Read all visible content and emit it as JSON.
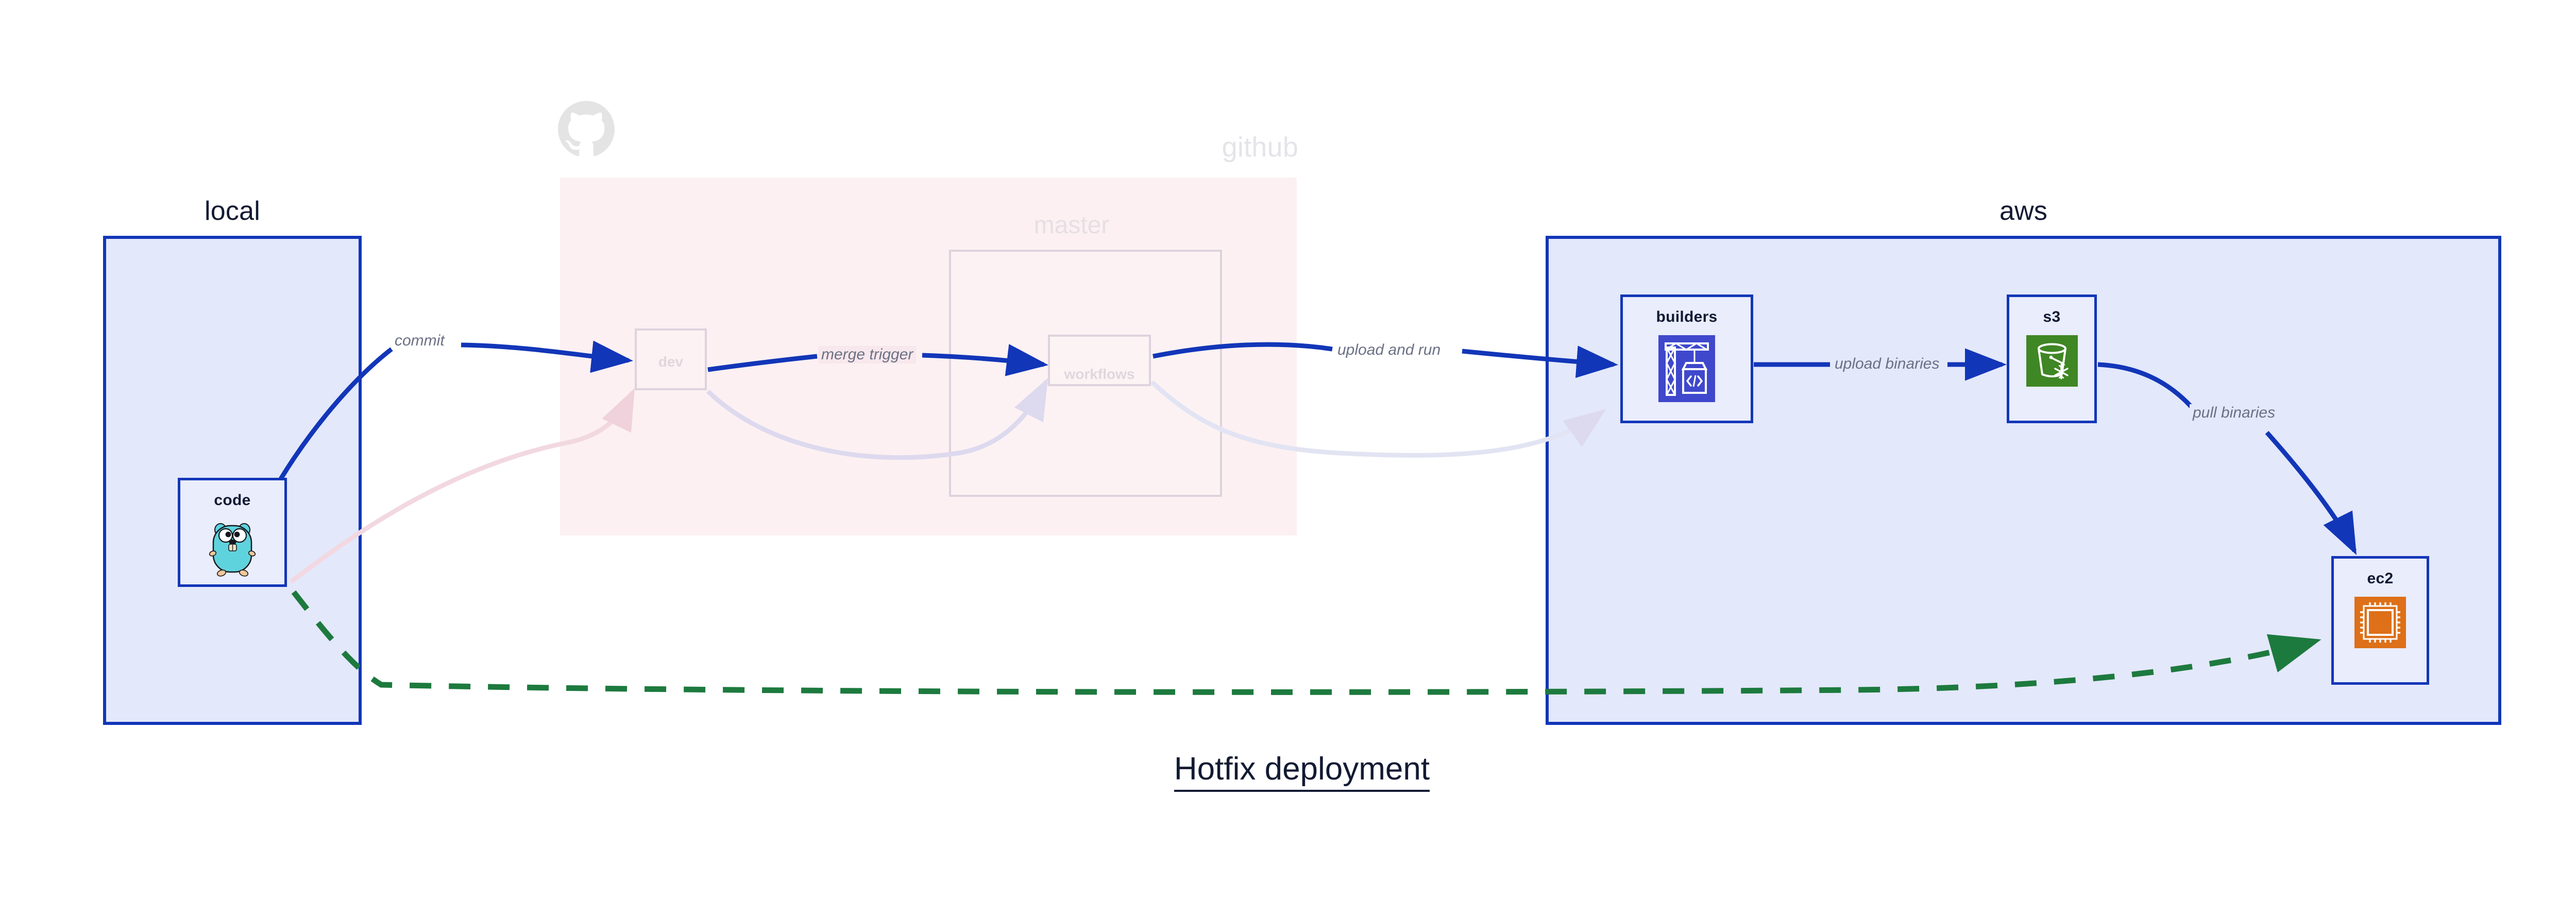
{
  "diagram": {
    "title": "Hotfix deployment",
    "type": "deployment-flow-diagram",
    "colors": {
      "accent_blue": "#1236b8",
      "group_fill_blue": "#e3e8fb",
      "group_fill_pink": "#f9e3e8",
      "node_fill": "#e9edfc",
      "label_gray": "#6b7185",
      "text_dark": "#121a33",
      "dashed_green": "#1d7a3e",
      "faded_gray": "#e4e4e9",
      "builders_icon_bg": "#3f48cc",
      "s3_icon_bg": "#3f8624",
      "ec2_icon_bg": "#dd7018",
      "gopher_body": "#5fd3dd"
    }
  },
  "groups": [
    {
      "id": "local",
      "title": "local",
      "state": "active"
    },
    {
      "id": "github",
      "title": "github",
      "state": "faded",
      "logo": "github-octocat-logo"
    },
    {
      "id": "aws",
      "title": "aws",
      "state": "active"
    }
  ],
  "github": {
    "title": "github",
    "master_label": "master",
    "boxes": [
      {
        "id": "dev",
        "label": "dev"
      },
      {
        "id": "workflows",
        "label": "workflows"
      }
    ]
  },
  "nodes": [
    {
      "id": "code",
      "label": "code",
      "group": "local",
      "icon": "go-gopher-icon"
    },
    {
      "id": "builders",
      "label": "builders",
      "group": "aws",
      "icon": "aws-codebuild-crane-icon"
    },
    {
      "id": "s3",
      "label": "s3",
      "group": "aws",
      "icon": "aws-s3-bucket-icon"
    },
    {
      "id": "ec2",
      "label": "ec2",
      "group": "aws",
      "icon": "aws-ec2-chip-icon"
    }
  ],
  "edges": [
    {
      "id": "commit",
      "from": "code",
      "to": "dev",
      "label": "commit",
      "style": "solid",
      "color": "#1236b8",
      "state": "active"
    },
    {
      "id": "merge-trigger",
      "from": "dev",
      "to": "workflows",
      "label": "merge trigger",
      "style": "solid",
      "color": "#1236b8",
      "state": "active"
    },
    {
      "id": "upload-and-run",
      "from": "workflows",
      "to": "builders",
      "label": "upload and run",
      "style": "solid",
      "color": "#1236b8",
      "state": "active"
    },
    {
      "id": "upload-binaries",
      "from": "builders",
      "to": "s3",
      "label": "upload binaries",
      "style": "solid",
      "color": "#1236b8",
      "state": "active"
    },
    {
      "id": "pull-binaries",
      "from": "s3",
      "to": "ec2",
      "label": "pull binaries",
      "style": "solid",
      "color": "#1236b8",
      "state": "active"
    },
    {
      "id": "hotfix-direct",
      "from": "code",
      "to": "ec2",
      "label": "",
      "style": "dashed",
      "color": "#1d7a3e",
      "state": "active"
    },
    {
      "id": "faded-code-dev",
      "from": "code",
      "to": "dev",
      "label": "",
      "style": "solid",
      "color": "#f0d6de",
      "state": "faded"
    },
    {
      "id": "faded-dev-wf",
      "from": "dev",
      "to": "workflows",
      "label": "",
      "style": "solid",
      "color": "#ddd8ea",
      "state": "faded"
    },
    {
      "id": "faded-wf-build",
      "from": "workflows",
      "to": "builders",
      "label": "",
      "style": "solid",
      "color": "#e0e2f2",
      "state": "faded"
    }
  ]
}
